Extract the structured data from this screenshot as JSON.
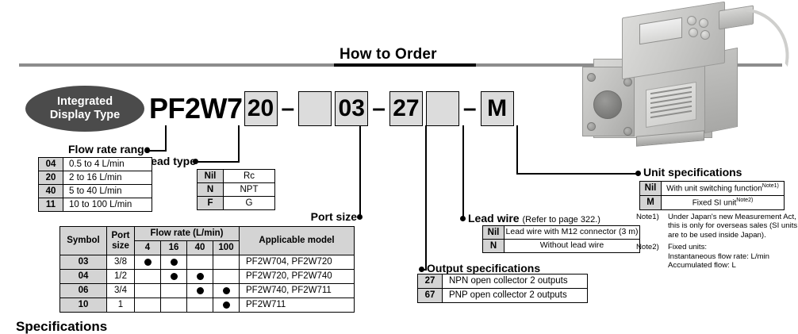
{
  "header": {
    "title": "How to Order"
  },
  "badge": {
    "line1": "Integrated",
    "line2": "Display Type"
  },
  "model_number": {
    "prefix": "PF2W7",
    "boxes": [
      {
        "value": "20",
        "blank": false
      },
      {
        "value": "",
        "blank": true
      },
      {
        "value": "03",
        "blank": false
      },
      {
        "value": "27",
        "blank": false
      },
      {
        "value": "",
        "blank": true
      },
      {
        "value": "M",
        "blank": false
      }
    ],
    "dash": "–"
  },
  "sections": {
    "flow_rate_range": {
      "caption": "Flow rate range",
      "rows": [
        {
          "symbol": "04",
          "value": "0.5 to 4 L/min"
        },
        {
          "symbol": "20",
          "value": "2 to 16 L/min"
        },
        {
          "symbol": "40",
          "value": "5 to 40 L/min"
        },
        {
          "symbol": "11",
          "value": "10 to 100 L/min"
        }
      ]
    },
    "thread_type": {
      "caption": "Thread type",
      "rows": [
        {
          "symbol": "Nil",
          "value": "Rc"
        },
        {
          "symbol": "N",
          "value": "NPT"
        },
        {
          "symbol": "F",
          "value": "G"
        }
      ]
    },
    "port_size": {
      "caption": "Port size",
      "headers": {
        "symbol": "Symbol",
        "port_size": "Port size",
        "flow_rate": "Flow rate (L/min)",
        "flow_cols": [
          "4",
          "16",
          "40",
          "100"
        ],
        "applicable_model": "Applicable model"
      },
      "rows": [
        {
          "symbol": "03",
          "port": "3/8",
          "marks": [
            true,
            true,
            false,
            false
          ],
          "model": "PF2W704, PF2W720"
        },
        {
          "symbol": "04",
          "port": "1/2",
          "marks": [
            false,
            true,
            true,
            false
          ],
          "model": "PF2W720, PF2W740"
        },
        {
          "symbol": "06",
          "port": "3/4",
          "marks": [
            false,
            false,
            true,
            true
          ],
          "model": "PF2W740, PF2W711"
        },
        {
          "symbol": "10",
          "port": "1",
          "marks": [
            false,
            false,
            false,
            true
          ],
          "model": "PF2W711"
        }
      ]
    },
    "lead_wire": {
      "caption": "Lead wire",
      "caption_note": "(Refer to page 322.)",
      "rows": [
        {
          "symbol": "Nil",
          "value": "Lead wire with M12 connector (3 m)"
        },
        {
          "symbol": "N",
          "value": "Without lead wire"
        }
      ]
    },
    "output_specifications": {
      "caption": "Output specifications",
      "rows": [
        {
          "symbol": "27",
          "value": "NPN open collector 2 outputs"
        },
        {
          "symbol": "67",
          "value": "PNP open collector 2 outputs"
        }
      ]
    },
    "unit_specifications": {
      "caption": "Unit specifications",
      "rows": [
        {
          "symbol": "Nil",
          "value": "With unit switching function",
          "note": "Note1)"
        },
        {
          "symbol": "M",
          "value": "Fixed SI unit",
          "note": "Note2)"
        }
      ],
      "notes": [
        {
          "label": "Note1)",
          "text": "Under Japan's new Measurement Act, this is only for overseas sales (SI units are to be used inside Japan)."
        },
        {
          "label": "Note2)",
          "text": "Fixed units:"
        }
      ],
      "note2_lines": [
        "Instantaneous flow rate: L/min",
        "Accumulated flow: L"
      ]
    }
  },
  "footer": {
    "specifications_heading": "Specifications"
  },
  "colors": {
    "box_fill": "#dcdcdc",
    "table_key_fill": "#d4d4d4",
    "badge_fill": "#4b4b4b",
    "rule_gray": "#8c8c8c"
  }
}
